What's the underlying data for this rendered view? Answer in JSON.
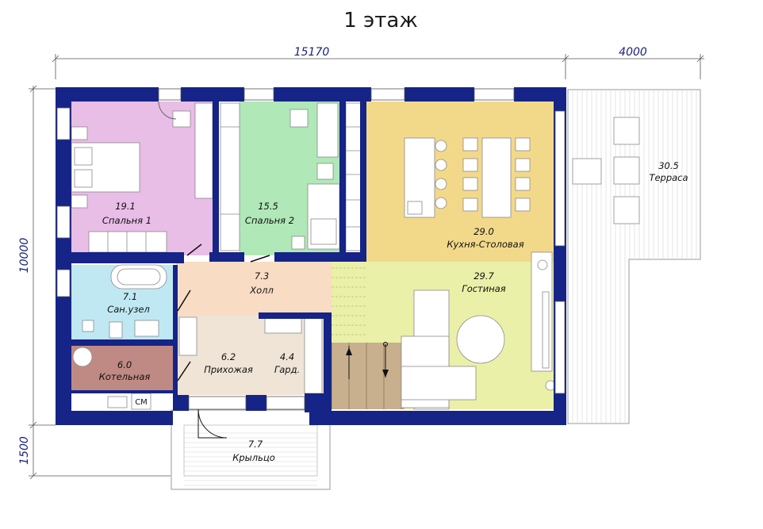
{
  "title": "1 этаж",
  "dimensions": {
    "width_main": "15170",
    "width_terrace": "4000",
    "height_main": "10000",
    "height_porch": "1500"
  },
  "rooms": [
    {
      "id": "bedroom1",
      "area": "19.1",
      "name": "Спальня 1",
      "color": "#e8bde6"
    },
    {
      "id": "bedroom2",
      "area": "15.5",
      "name": "Спальня 2",
      "color": "#b0e8b8"
    },
    {
      "id": "kitchen",
      "area": "29.0",
      "name": "Кухня-Столовая",
      "color": "#f2d98a"
    },
    {
      "id": "terrace",
      "area": "30.5",
      "name": "Терраса",
      "color": "#ffffff"
    },
    {
      "id": "hall",
      "area": "7.3",
      "name": "Холл",
      "color": "#f9dcc4"
    },
    {
      "id": "living",
      "area": "29.7",
      "name": "Гостиная",
      "color": "#eaf0a8"
    },
    {
      "id": "bathroom",
      "area": "7.1",
      "name": "Сан.узел",
      "color": "#bfe8f3"
    },
    {
      "id": "entrance",
      "area": "6.2",
      "name": "Прихожая",
      "color": "#efe4d6"
    },
    {
      "id": "wardrobe",
      "area": "4.4",
      "name": "Гард.",
      "color": "#efe4d6"
    },
    {
      "id": "boiler",
      "area": "6.0",
      "name": "Котельная",
      "color": "#c08a84"
    },
    {
      "id": "porch",
      "area": "7.7",
      "name": "Крыльцо",
      "color": "#ffffff"
    }
  ],
  "labels": {
    "washer": "СМ"
  },
  "colors": {
    "wall": "#152486",
    "stairs": "#c8b08e"
  }
}
